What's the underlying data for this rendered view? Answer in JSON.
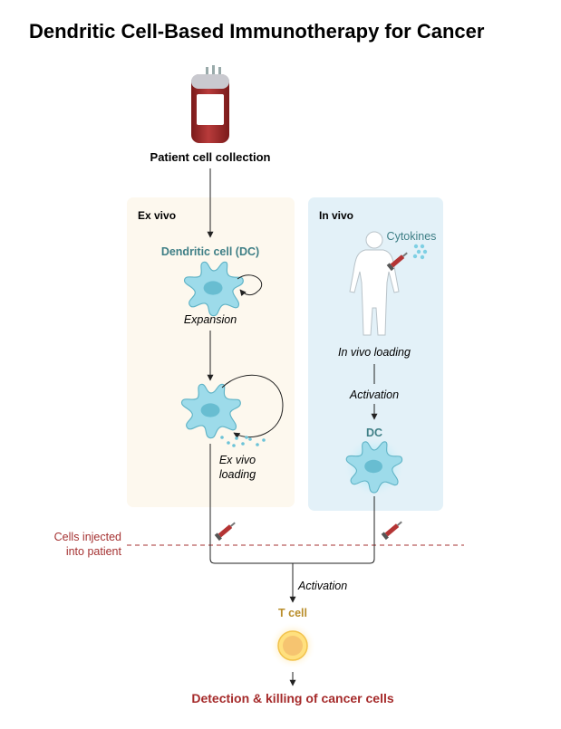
{
  "title": "Dendritic Cell-Based Immunotherapy for Cancer",
  "patient_collection": "Patient cell collection",
  "ex_vivo": {
    "panel_label": "Ex vivo",
    "dc_label": "Dendritic cell (DC)",
    "expansion": "Expansion",
    "loading_line1": "Ex vivo",
    "loading_line2": "loading"
  },
  "in_vivo": {
    "panel_label": "In vivo",
    "cytokines": "Cytokines",
    "loading": "In vivo loading",
    "activation": "Activation",
    "dc_label": "DC"
  },
  "injection": {
    "line1": "Cells injected",
    "line2": "into patient"
  },
  "activation_main": "Activation",
  "tcell_label": "T cell",
  "result": "Detection & killing of cancer cells",
  "colors": {
    "ex_vivo_panel": "#fdf8ee",
    "in_vivo_panel": "#e3f1f8",
    "dc_teal": "#3f7f86",
    "tcell_gold": "#b98d2a",
    "result_red": "#a52a2a",
    "injection_red": "#a53232",
    "cell_cyan": "#8fd3e3"
  },
  "icons": [
    "blood-bag-icon",
    "dendritic-cell-icon",
    "human-body-icon",
    "syringe-icon",
    "t-cell-icon",
    "antigen-dots-icon",
    "cycle-arrow-icon"
  ]
}
